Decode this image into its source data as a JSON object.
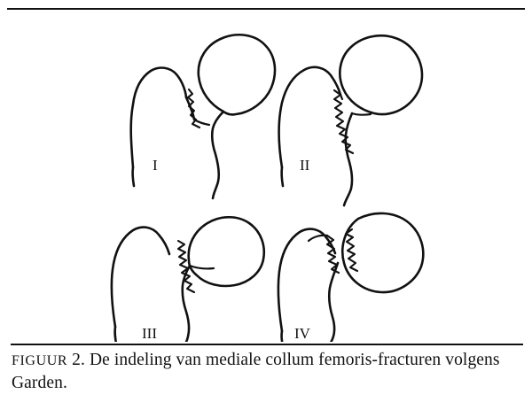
{
  "page": {
    "background_color": "#ffffff",
    "ink_color": "#111111",
    "top_rule": true,
    "caption_rule": true
  },
  "figure": {
    "label_prefix": "FIGUUR",
    "number": "2.",
    "caption_line1_rest": " De indeling van mediale collum femoris-fracturen",
    "caption_line2": "volgens Garden.",
    "caption_full": "FIGUUR 2. De indeling van mediale collum femoris-fracturen volgens Garden.",
    "panels": [
      {
        "numeral": "I",
        "title": "Garden type I",
        "description": "Incomplete / impacted fracture of the femoral neck; short partial zigzag fracture line.",
        "fracture_complete": false,
        "head_displaced": false
      },
      {
        "numeral": "II",
        "title": "Garden type II",
        "description": "Complete undisplaced fracture; full zigzag fracture line across the neck.",
        "fracture_complete": true,
        "head_displaced": false
      },
      {
        "numeral": "III",
        "title": "Garden type III",
        "description": "Complete fracture with partial displacement; head tilted on the neck.",
        "fracture_complete": true,
        "head_displaced": true
      },
      {
        "numeral": "IV",
        "title": "Garden type IV",
        "description": "Complete fracture with full displacement; head fully separated from the neck.",
        "fracture_complete": true,
        "head_displaced": true
      }
    ]
  }
}
